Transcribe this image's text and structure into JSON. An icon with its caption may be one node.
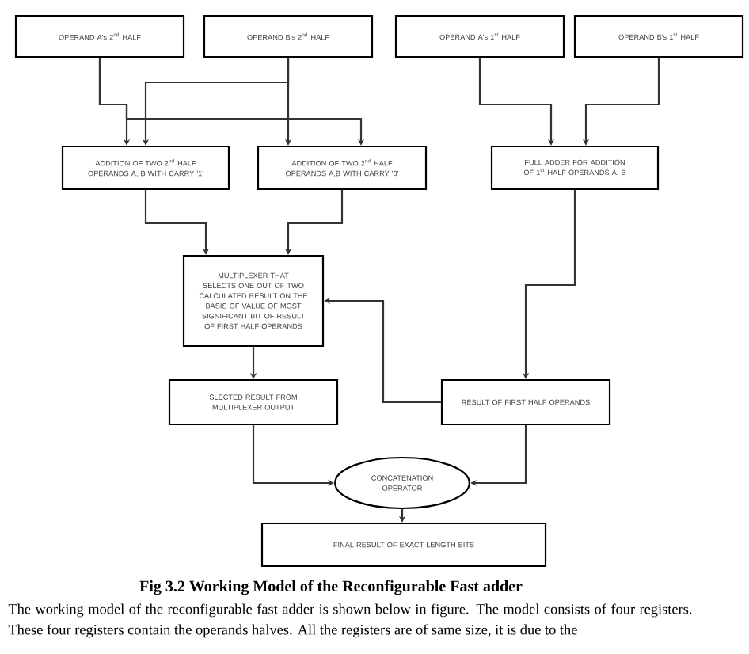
{
  "diagram": {
    "caption": "Fig 3.2 Working Model of the Reconfigurable Fast adder",
    "nodes": [
      {
        "text": [
          "OPERAND A's 2$^{nd}$ HALF"
        ]
      },
      {
        "text": [
          "OPERAND B's 2$^{nd}$ HALF"
        ]
      },
      {
        "text": [
          "OPERAND A's 1$^{st}$ HALF"
        ]
      },
      {
        "text": [
          "OPERAND B's 1$^{st}$ HALF"
        ]
      },
      {
        "text": [
          "ADDITION OF TWO 2$^{nd}$ HALF OPERANDS A, B WITH CARRY '1'"
        ]
      },
      {
        "text": [
          "ADDITION OF TWO 2$^{nd}$ HALF OPERANDS A,B WITH CARRY '0'"
        ]
      },
      {
        "text": [
          "FULL ADDER FOR ADDITION OF 1$^{st}$ HALF OPERANDS A, B"
        ]
      },
      {
        "text": [
          "MULTIPLEXER THAT SELECTS ONE OUT OF TWO CALCULATED RESULT ON THE BASIS OF VALUE OF MOST SIGNIFICANT BIT OF RESULT OF FIRST HALF OPERANDS"
        ]
      },
      {
        "text": [
          "SLECTED RESULT FROM MULTIPLEXER OUTPUT"
        ]
      },
      {
        "text": [
          "RESULT OF FIRST HALF OPERANDS"
        ]
      },
      {
        "text": [
          "CONCATENATION OPERATOR"
        ]
      },
      {
        "text": [
          "FINAL RESULT OF EXACT LENGTH BITS"
        ]
      }
    ],
    "edges": [
      {
        "from": 0,
        "to": 4,
        "arrow": "to"
      },
      {
        "from": 0,
        "to": 5,
        "arrow": "to"
      },
      {
        "from": 1,
        "to": 4,
        "arrow": "to"
      },
      {
        "from": 1,
        "to": 5,
        "arrow": "to"
      },
      {
        "from": 2,
        "to": 6,
        "arrow": "to"
      },
      {
        "from": 3,
        "to": 6,
        "arrow": "to"
      },
      {
        "from": 4,
        "to": 7,
        "arrow": "to"
      },
      {
        "from": 5,
        "to": 7,
        "arrow": "to"
      },
      {
        "from": 6,
        "to": 9,
        "arrow": "to"
      },
      {
        "from": 9,
        "to": 7,
        "arrow": "to"
      },
      {
        "from": 7,
        "to": 8,
        "arrow": "to"
      },
      {
        "from": 8,
        "to": 10,
        "arrow": "to"
      },
      {
        "from": 9,
        "to": 10,
        "arrow": "to"
      },
      {
        "from": 10,
        "to": 11,
        "arrow": "to"
      }
    ],
    "labels": [
      "The working model of the reconfigurable fast adder is shown below in figure. The model consists of four registers. These four registers contain the operands halves. All the registers are of same size, it is due to the"
    ]
  }
}
